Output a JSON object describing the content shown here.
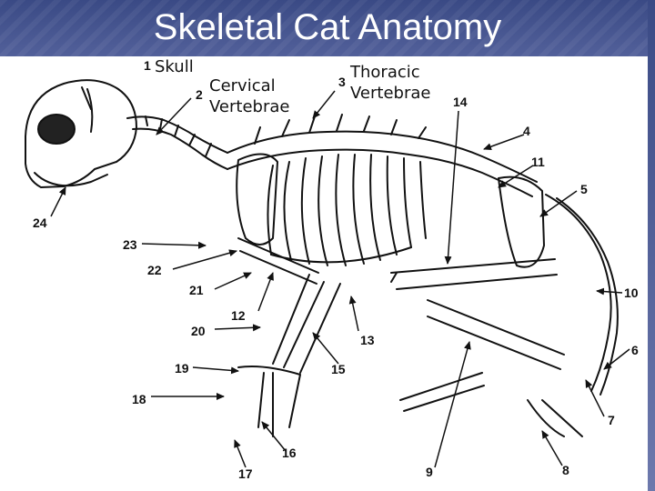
{
  "slide": {
    "title": "Skeletal Cat Anatomy",
    "header_color": "#3a4a85"
  },
  "labels": {
    "skull": "Skull",
    "cervical_line1": "Cervical",
    "cervical_line2": "Vertebrae",
    "thoracic_line1": "Thoracic",
    "thoracic_line2": "Vertebrae"
  },
  "numbers": [
    "1",
    "2",
    "3",
    "4",
    "5",
    "6",
    "7",
    "8",
    "9",
    "10",
    "11",
    "12",
    "13",
    "14",
    "15",
    "16",
    "17",
    "18",
    "19",
    "20",
    "21",
    "22",
    "23",
    "24"
  ]
}
